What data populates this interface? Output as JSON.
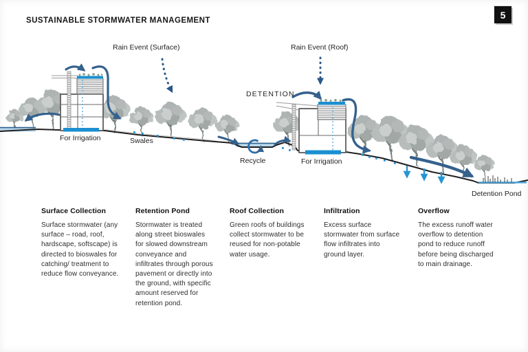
{
  "page": {
    "title": "SUSTAINABLE STORMWATER MANAGEMENT",
    "figure_number": "5"
  },
  "diagram": {
    "labels": {
      "rain_event_surface": "Rain Event (Surface)",
      "rain_event_roof": "Rain Event (Roof)",
      "detention": "DETENTION",
      "for_irrigation_left": "For Irrigation",
      "swales": "Swales",
      "recycle": "Recycle",
      "for_irrigation_right": "For Irrigation",
      "detention_pond": "Detention Pond"
    },
    "colors": {
      "flow_blue": "#35618d",
      "rain_blue": "#2a5788",
      "water_blue": "#1b8fd0",
      "light_water": "#b9d8ec",
      "tree_gray": "#aab1af",
      "ground_dark": "#1f1f1f"
    }
  },
  "legend": {
    "columns": [
      {
        "heading": "Surface Collection",
        "body": "Surface stormwater (any surface – road, roof, hardscape, softscape) is directed to bioswales for catching/ treatment to reduce flow conveyance."
      },
      {
        "heading": "Retention Pond",
        "body": "Stormwater is treated along street bioswales for slowed downstream conveyance and infiltrates through porous pavement or directly into the ground, with specific amount reserved for retention pond."
      },
      {
        "heading": "Roof Collection",
        "body": "Green roofs of buildings collect stormwater to be reused for non-potable water usage."
      },
      {
        "heading": "Infiltration",
        "body": "Excess surface stormwater from surface flow infiltrates into ground layer."
      },
      {
        "heading": "Overflow",
        "body": "The excess runoff water overflow to detention pond to reduce runoff before being discharged to main drainage."
      }
    ]
  }
}
